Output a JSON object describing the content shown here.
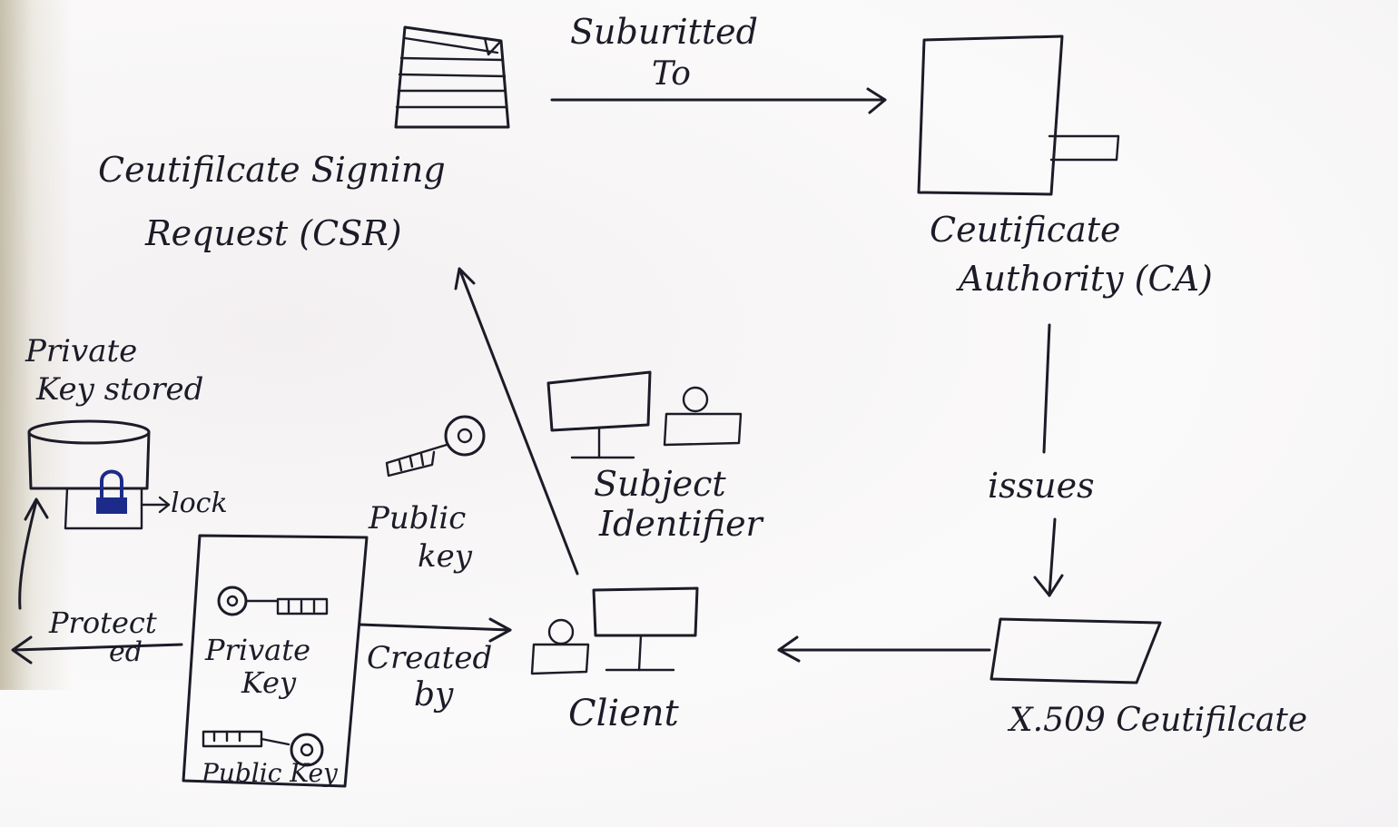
{
  "labels": {
    "submitted_to_line1": "Suburitted",
    "submitted_to_line2": "To",
    "csr_line1": "Ceutifilcate Signing",
    "csr_line2": "Request (CSR)",
    "ca_line1": "Ceutificate",
    "ca_line2": "Authority (CA)",
    "issues": "issues",
    "x509": "X.509 Ceutifilcate",
    "client": "Client",
    "subject_line1": "Subject",
    "subject_line2": "Identifier",
    "public_key_top_line1": "Public",
    "public_key_top_line2": "key",
    "created_by_line1": "Created",
    "created_by_line2": "by",
    "private_key_stored_line1": "Private",
    "private_key_stored_line2": "Key stored",
    "lock": "lock",
    "protected_line1": "Protect",
    "protected_line2": "ed",
    "private_key_card_line1": "Private",
    "private_key_card_line2": "Key",
    "public_key_card": "Public Key"
  },
  "colors": {
    "ink": "#1c1c28",
    "lock_fill": "#1c2a8a",
    "paper": "#f6f4f5"
  }
}
